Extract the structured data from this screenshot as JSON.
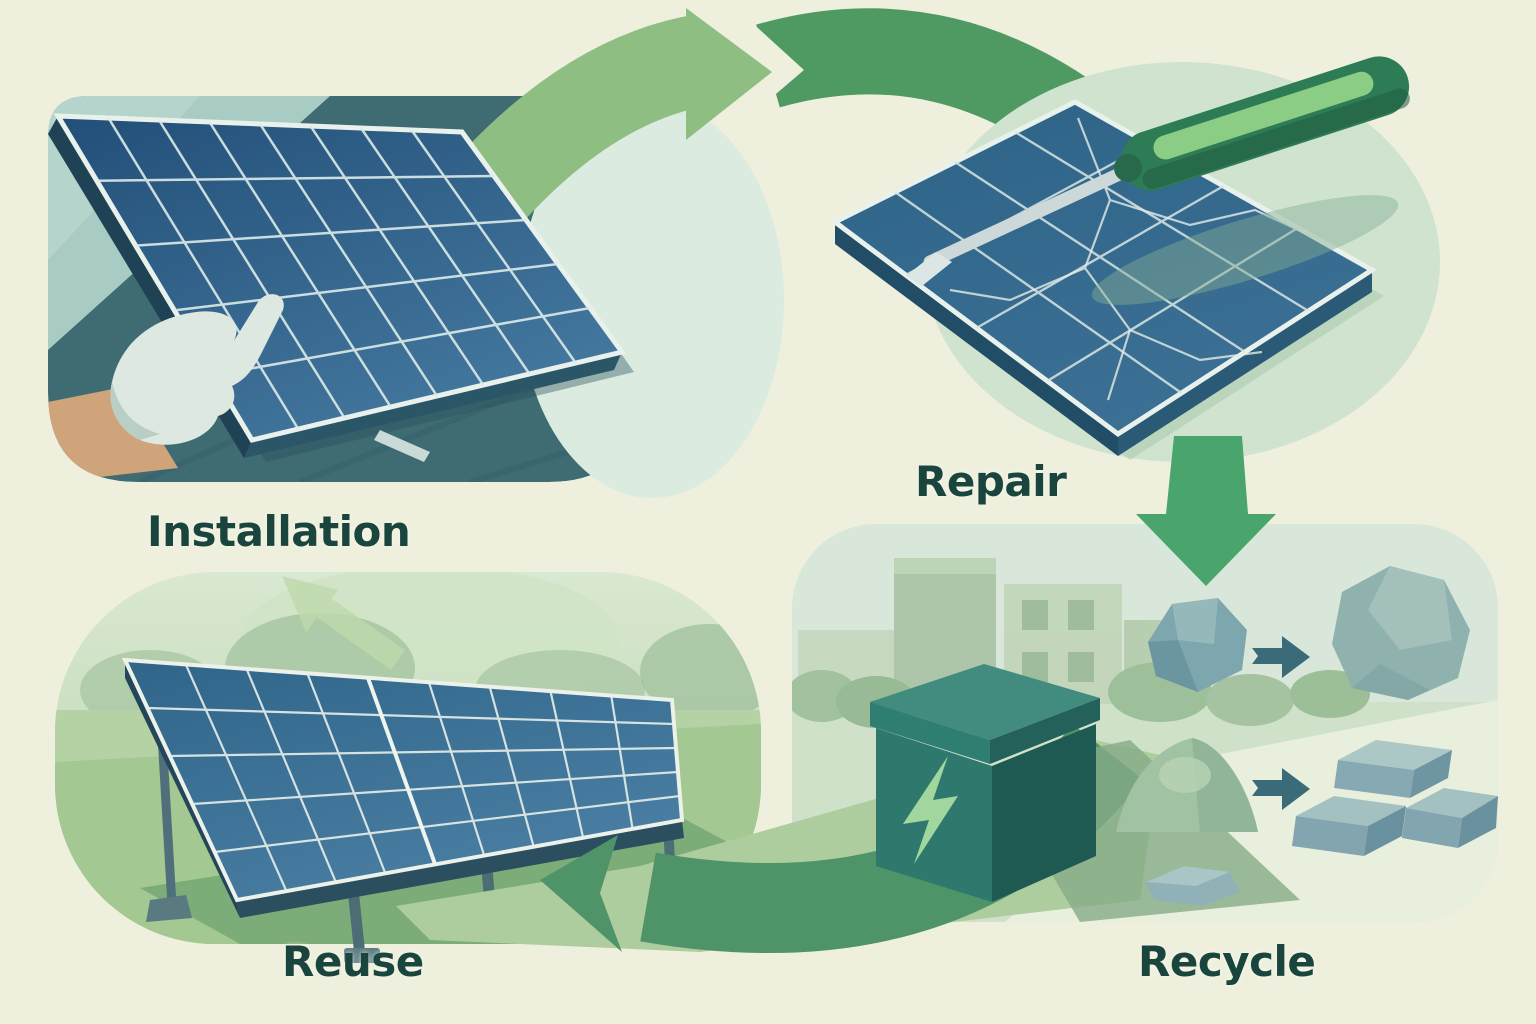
{
  "diagram": {
    "type": "circular-lifecycle",
    "stages": [
      {
        "id": "installation",
        "label": "Installation"
      },
      {
        "id": "repair",
        "label": "Repair"
      },
      {
        "id": "recycle",
        "label": "Recycle"
      },
      {
        "id": "reuse",
        "label": "Reuse"
      }
    ],
    "flow": [
      [
        "installation",
        "repair"
      ],
      [
        "repair",
        "recycle"
      ],
      [
        "recycle",
        "reuse"
      ],
      [
        "reuse",
        "installation"
      ]
    ],
    "icons": {
      "installation": "solar-panel-on-roof-with-gloved-hand",
      "repair": "cracked-solar-panel-with-screwdriver",
      "recycle": "battery-box-and-raw-rocks-to-ingots",
      "reuse": "ground-mounted-solar-array-in-field"
    },
    "colors": {
      "background": "#eef0dd",
      "label_text": "#1a443e",
      "arrow_light_green": "#8fbe83",
      "arrow_dark_green": "#4f9a62",
      "arrow_detail_slate": "#3b6b78",
      "panel_blue": "#2f6590",
      "panel_frame_white": "#e9f1ec",
      "roof_teal": "#3f6b72",
      "battery_teal": "#2e786d",
      "bolt_green": "#a2d69f",
      "repair_blob_green": "#cfe3cf",
      "recycle_blob_mint": "#d8e7d9",
      "reuse_field_green": "#a3c892"
    }
  }
}
